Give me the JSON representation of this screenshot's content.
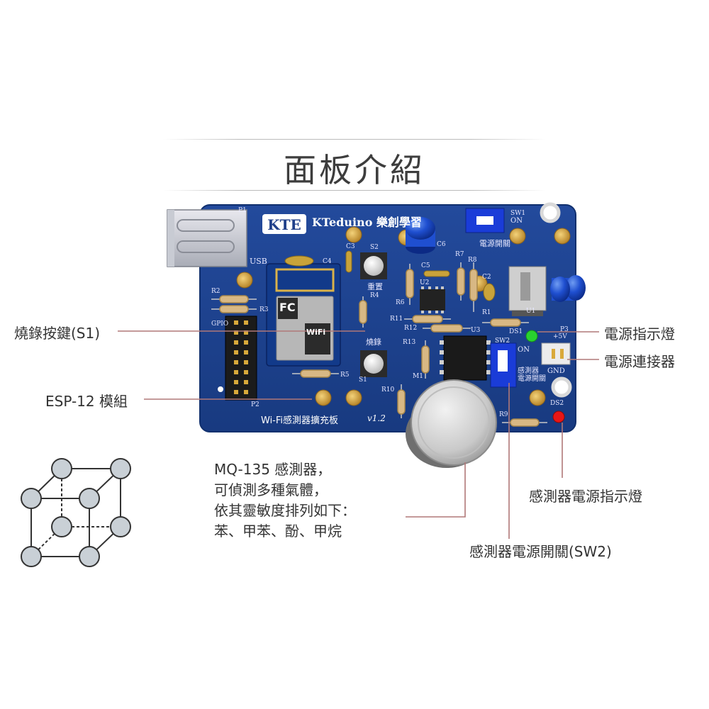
{
  "header": {
    "title": "面板介紹"
  },
  "board": {
    "brand": "KTeduino 樂創學習",
    "name_line": "Wi-Fi感測器擴充板",
    "version": "v1.2",
    "silk": {
      "p1": "P1",
      "usb": "USB",
      "p2": "P2",
      "p3": "P3",
      "plus5v": "+5V",
      "gnd": "GND",
      "sw1": "SW1",
      "sw1_on": "ON",
      "sw1_label": "電源開關",
      "sw2": "SW2",
      "sw2_on": "ON",
      "sw2_label_1": "感測器",
      "sw2_label_2": "電源開關",
      "s1": "S1",
      "s1_label": "燒錄",
      "s2": "S2",
      "s2_label": "重置",
      "ds1": "DS1",
      "ds2": "DS2",
      "u1": "U1",
      "u2": "U2",
      "u3": "U3",
      "m1": "M1",
      "c2": "C2",
      "c3": "C3",
      "c4": "C4",
      "c5": "C5",
      "c6": "C6",
      "r1": "R1",
      "r2": "R2",
      "r3": "R3",
      "r4": "R4",
      "r5": "R5",
      "r6": "R6",
      "r7": "R7",
      "r8": "R8",
      "r9": "R9",
      "r10": "R10",
      "r11": "R11",
      "r12": "R12",
      "r13": "R13",
      "gpio": "GPIO",
      "module_brand": "WiFi",
      "module_fc": "FC"
    }
  },
  "callouts": {
    "burn_button": "燒錄按鍵(S1)",
    "esp12": "ESP-12 模組",
    "power_led": "電源指示燈",
    "power_connector": "電源連接器",
    "sensor_power_led": "感測器電源指示燈",
    "sensor_switch": "感測器電源開關(SW2)",
    "mq135": [
      "MQ-135 感測器，",
      "可偵測多種氣體，",
      "依其靈敏度排列如下：",
      "苯、甲苯、酚、甲烷"
    ]
  },
  "colors": {
    "pcb": "#1f3f8a",
    "pcb_dark": "#142d6b",
    "leader": "#b07878",
    "gold": "#d9a93a",
    "cube_node": "#c9d0d6"
  }
}
